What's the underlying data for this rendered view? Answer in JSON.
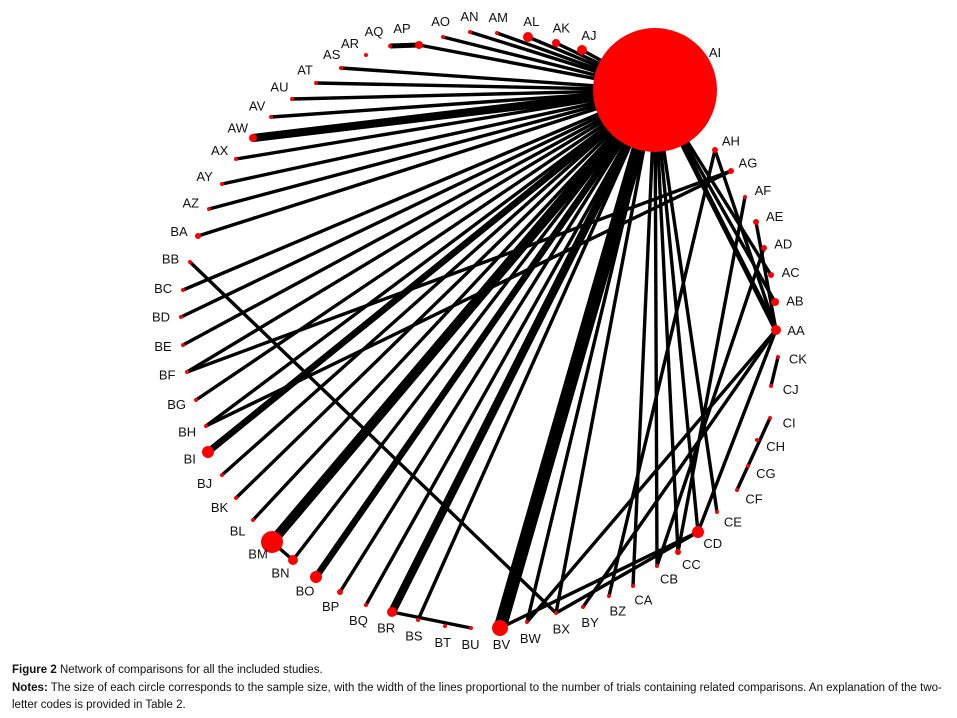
{
  "figure": {
    "label": "Figure 2",
    "title": "Network of comparisons for all the included studies.",
    "notes_label": "Notes:",
    "notes": "The size of each circle corresponds to the sample size, with the width of the lines proportional to the number of trials containing related comparisons. An explanation of the two-letter codes is provided in Table 2."
  },
  "network": {
    "node_color": "#ff0000",
    "edge_color": "#000000",
    "nodes": [
      {
        "id": "AA",
        "size": 5
      },
      {
        "id": "AB",
        "size": 4
      },
      {
        "id": "AC",
        "size": 3
      },
      {
        "id": "AD",
        "size": 3
      },
      {
        "id": "AE",
        "size": 3
      },
      {
        "id": "AF",
        "size": 2
      },
      {
        "id": "AG",
        "size": 3
      },
      {
        "id": "AH",
        "size": 3
      },
      {
        "id": "AI",
        "size": 62
      },
      {
        "id": "AJ",
        "size": 5
      },
      {
        "id": "AK",
        "size": 4
      },
      {
        "id": "AL",
        "size": 5
      },
      {
        "id": "AM",
        "size": 2
      },
      {
        "id": "AN",
        "size": 2
      },
      {
        "id": "AO",
        "size": 2
      },
      {
        "id": "AP",
        "size": 4
      },
      {
        "id": "AQ",
        "size": 2
      },
      {
        "id": "AR",
        "size": 2
      },
      {
        "id": "AS",
        "size": 2
      },
      {
        "id": "AT",
        "size": 2
      },
      {
        "id": "AU",
        "size": 2
      },
      {
        "id": "AV",
        "size": 2
      },
      {
        "id": "AW",
        "size": 4
      },
      {
        "id": "AX",
        "size": 2
      },
      {
        "id": "AY",
        "size": 2
      },
      {
        "id": "AZ",
        "size": 2
      },
      {
        "id": "BA",
        "size": 3
      },
      {
        "id": "BB",
        "size": 2
      },
      {
        "id": "BC",
        "size": 2
      },
      {
        "id": "BD",
        "size": 2
      },
      {
        "id": "BE",
        "size": 2
      },
      {
        "id": "BF",
        "size": 2
      },
      {
        "id": "BG",
        "size": 2
      },
      {
        "id": "BH",
        "size": 2
      },
      {
        "id": "BI",
        "size": 6
      },
      {
        "id": "BJ",
        "size": 2
      },
      {
        "id": "BK",
        "size": 2
      },
      {
        "id": "BL",
        "size": 2
      },
      {
        "id": "BM",
        "size": 11
      },
      {
        "id": "BN",
        "size": 5
      },
      {
        "id": "BO",
        "size": 6
      },
      {
        "id": "BP",
        "size": 3
      },
      {
        "id": "BQ",
        "size": 2
      },
      {
        "id": "BR",
        "size": 5
      },
      {
        "id": "BS",
        "size": 2
      },
      {
        "id": "BT",
        "size": 2
      },
      {
        "id": "BU",
        "size": 2
      },
      {
        "id": "BV",
        "size": 8
      },
      {
        "id": "BW",
        "size": 2
      },
      {
        "id": "BX",
        "size": 2
      },
      {
        "id": "BY",
        "size": 2
      },
      {
        "id": "BZ",
        "size": 2
      },
      {
        "id": "CA",
        "size": 2
      },
      {
        "id": "CB",
        "size": 2
      },
      {
        "id": "CC",
        "size": 3
      },
      {
        "id": "CD",
        "size": 6
      },
      {
        "id": "CE",
        "size": 2
      },
      {
        "id": "CF",
        "size": 2
      },
      {
        "id": "CG",
        "size": 2
      },
      {
        "id": "CH",
        "size": 2
      },
      {
        "id": "CI",
        "size": 2
      },
      {
        "id": "CJ",
        "size": 2
      },
      {
        "id": "CK",
        "size": 2
      }
    ],
    "edges": [
      [
        "AI",
        "AJ",
        1
      ],
      [
        "AI",
        "AK",
        1
      ],
      [
        "AI",
        "AL",
        1
      ],
      [
        "AI",
        "AM",
        1
      ],
      [
        "AI",
        "AN",
        1
      ],
      [
        "AI",
        "AO",
        1
      ],
      [
        "AI",
        "AP",
        1
      ],
      [
        "AI",
        "AS",
        1
      ],
      [
        "AI",
        "AT",
        1
      ],
      [
        "AI",
        "AU",
        1
      ],
      [
        "AI",
        "AV",
        1
      ],
      [
        "AI",
        "AW",
        4
      ],
      [
        "AI",
        "AX",
        1
      ],
      [
        "AI",
        "AY",
        1
      ],
      [
        "AI",
        "AZ",
        1
      ],
      [
        "AI",
        "BA",
        1
      ],
      [
        "AI",
        "BC",
        1
      ],
      [
        "AI",
        "BD",
        1
      ],
      [
        "AI",
        "BE",
        1
      ],
      [
        "AI",
        "BF",
        1
      ],
      [
        "AI",
        "BG",
        1
      ],
      [
        "AI",
        "BH",
        1
      ],
      [
        "AI",
        "BI",
        3
      ],
      [
        "AI",
        "BJ",
        1
      ],
      [
        "AI",
        "BK",
        1
      ],
      [
        "AI",
        "BL",
        1
      ],
      [
        "AI",
        "BM",
        5
      ],
      [
        "AI",
        "BN",
        1
      ],
      [
        "AI",
        "BO",
        3
      ],
      [
        "AI",
        "BP",
        1
      ],
      [
        "AI",
        "BQ",
        1
      ],
      [
        "AI",
        "BR",
        4
      ],
      [
        "AI",
        "BS",
        1
      ],
      [
        "AI",
        "BV",
        7
      ],
      [
        "AI",
        "BW",
        1
      ],
      [
        "AI",
        "BX",
        1
      ],
      [
        "AI",
        "CA",
        1
      ],
      [
        "AI",
        "CB",
        1
      ],
      [
        "AI",
        "CE",
        1
      ],
      [
        "AI",
        "AA",
        2
      ],
      [
        "AI",
        "AB",
        1
      ],
      [
        "AI",
        "AC",
        1
      ],
      [
        "AI",
        "CC",
        1
      ],
      [
        "AI",
        "CD",
        1
      ],
      [
        "AP",
        "AQ",
        2
      ],
      [
        "BM",
        "BN",
        1
      ],
      [
        "BR",
        "BU",
        1
      ],
      [
        "BB",
        "BX",
        1
      ],
      [
        "AG",
        "BF",
        1
      ],
      [
        "AG",
        "BH",
        1
      ],
      [
        "AH",
        "AA",
        1
      ],
      [
        "AH",
        "BZ",
        1
      ],
      [
        "AF",
        "CC",
        1
      ],
      [
        "AE",
        "AA",
        1
      ],
      [
        "AD",
        "CB",
        1
      ],
      [
        "AA",
        "BY",
        1
      ],
      [
        "AA",
        "CD",
        1
      ],
      [
        "AA",
        "BW",
        1
      ],
      [
        "CD",
        "BV",
        1
      ],
      [
        "CD",
        "BX",
        1
      ],
      [
        "CK",
        "CJ",
        1
      ],
      [
        "CI",
        "CF",
        1
      ]
    ]
  }
}
